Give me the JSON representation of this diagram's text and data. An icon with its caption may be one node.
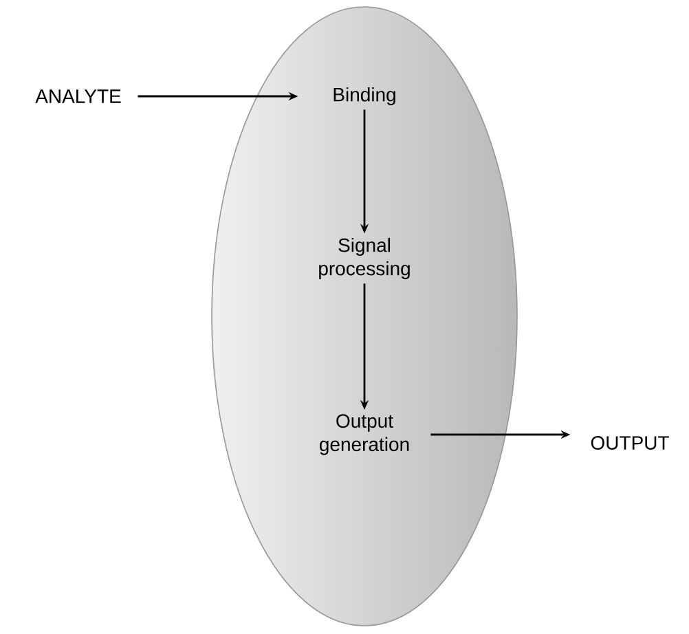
{
  "diagram": {
    "nodes": [
      {
        "text": [
          "ANALYTE"
        ]
      },
      {
        "text": [],
        "shape": "ellipse"
      },
      {
        "text": [
          "Binding"
        ],
        "in": 1
      },
      {
        "text": [
          "Signal processing"
        ],
        "in": 1
      },
      {
        "text": [
          "Output generation"
        ],
        "in": 1
      },
      {
        "text": [
          "OUTPUT"
        ]
      }
    ],
    "edges": [
      {
        "from": 0,
        "to": 2,
        "arrow": "to"
      },
      {
        "from": 2,
        "to": 3,
        "arrow": "to"
      },
      {
        "from": 3,
        "to": 4,
        "arrow": "to"
      },
      {
        "from": 4,
        "to": 5,
        "arrow": "to"
      }
    ]
  }
}
